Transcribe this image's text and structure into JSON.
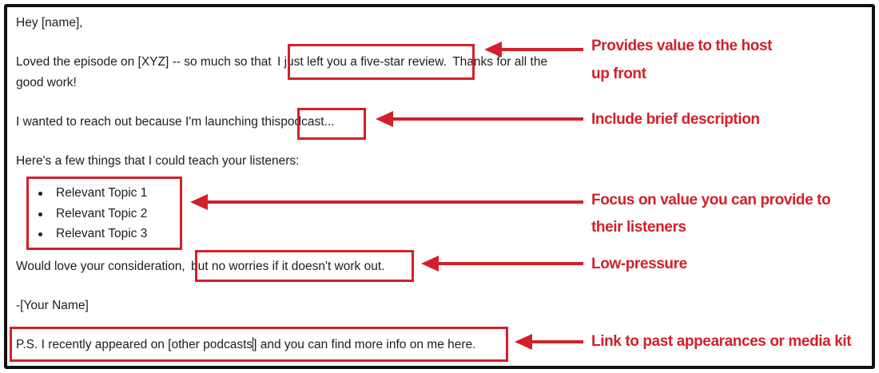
{
  "colors": {
    "annotation": "#d3202a",
    "text": "#1d1d1d",
    "frame": "#111111"
  },
  "email": {
    "greeting": "Hey [name],",
    "p1_before": "Loved the episode on [XYZ] -- so much so that",
    "p1_highlight": "I just left you a five-star review.",
    "p1_after": "Thanks for all the",
    "p1_line2": "good work!",
    "p2_before": "I wanted to reach out because I'm launching this",
    "p2_highlight": "podcast...",
    "p3": "Here's a few things that I could teach your listeners:",
    "topics": [
      "Relevant Topic 1",
      "Relevant Topic 2",
      "Relevant Topic 3"
    ],
    "p4_before": "Would love your consideration,",
    "p4_highlight": "but no worries if it doesn't work out.",
    "signoff": "-[Your Name]",
    "ps_before": "P.S. I recently appeared on [other podcasts",
    "ps_after": "] and you can find more info on me here."
  },
  "annotations": {
    "value_line1": "Provides value to the host",
    "value_line2": "up front",
    "description": "Include brief description",
    "listeners_line1": "Focus on value you can provide to",
    "listeners_line2": "their listeners",
    "pressure": "Low-pressure",
    "appearances": "Link to past appearances or media kit"
  }
}
